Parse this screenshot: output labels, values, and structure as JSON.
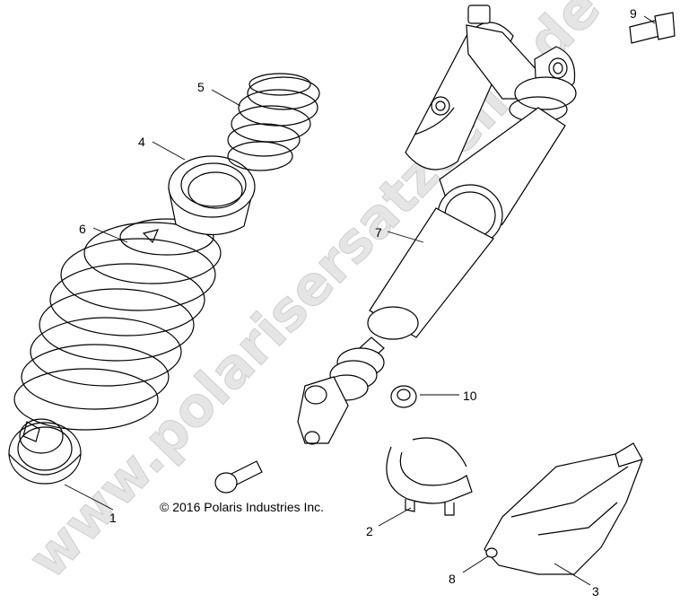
{
  "watermark": {
    "text": "www.polarisersatzteile.de"
  },
  "copyright": "© 2016 Polaris Industries Inc.",
  "callouts": [
    "1",
    "2",
    "3",
    "4",
    "5",
    "6",
    "7",
    "8",
    "9",
    "10"
  ]
}
